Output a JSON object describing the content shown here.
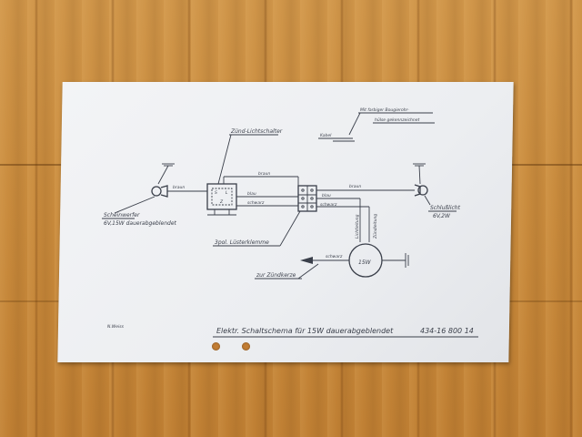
{
  "labels": {
    "note_line1": "Mit farbiger Bougierohr-",
    "note_line2": "hülse gekennzeichnet",
    "kabel": "Kabel",
    "zuend_licht_schalter": "Zünd-Lichtschalter",
    "scheinwerfer_line1": "Scheinwerfer",
    "scheinwerfer_line2": "6V,15W dauerabgeblendet",
    "schlusslicht_line1": "Schlußlicht",
    "schlusslicht_line2": "6V,2W",
    "lusterklemme": "3pol. Lüsterklemme",
    "zur_zuendkerze": "zur Zündkerze",
    "generator": "15W",
    "wire_braun1": "braun",
    "wire_braun2": "braun",
    "wire_braun3": "braun",
    "wire_blau1": "blau",
    "wire_blau2": "blau",
    "wire_schwarz1": "schwarz",
    "wire_schwarz2": "schwarz",
    "wire_schwarz3": "schwarz",
    "wire_lichtleitung": "Lichtleitung",
    "wire_zuendleitung": "Zündleitung",
    "switch_pin1": "S",
    "switch_pin2": "L",
    "switch_pin3": "Z",
    "corner_mark": "N.Weiss"
  },
  "title": "Elektr. Schaltschema für 15W dauerabgeblendet",
  "doc_number": "434-16 800 14",
  "colors": {
    "paper": "#eceef1",
    "ink": "#3a3f4a",
    "floor": "#c98a3a"
  }
}
